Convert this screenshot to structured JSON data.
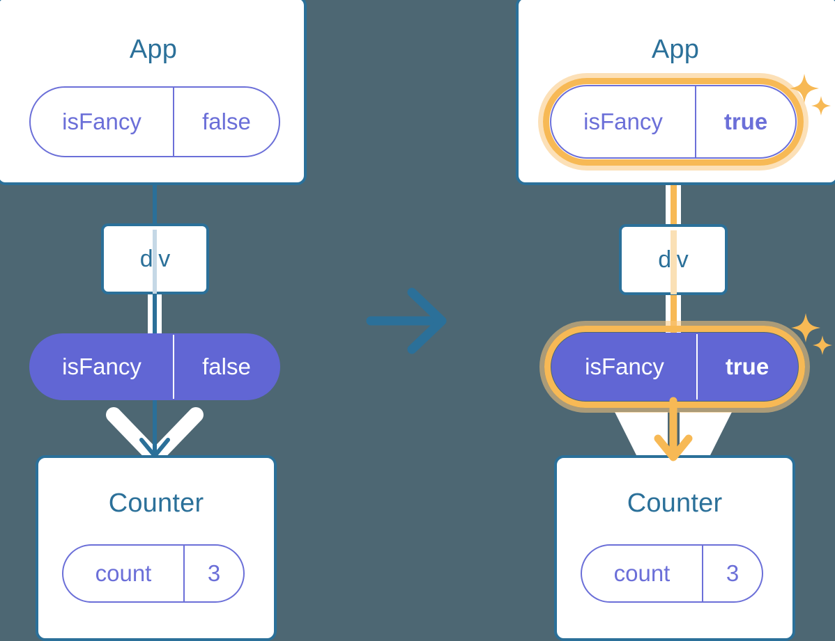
{
  "background_color": "#4d6773",
  "colors": {
    "box_border": "#2b7099",
    "title_text": "#2b7099",
    "pill_purple": "#6166d4",
    "pill_outline": "#6b6fd8",
    "highlight_orange": "#f7b955",
    "highlight_orange_soft": "#fae0b5",
    "connector_white": "#ffffff"
  },
  "transition_arrow": {
    "icon": "arrow-right-icon",
    "color": "#2b7099"
  },
  "panels": [
    {
      "id": "before",
      "app": {
        "title": "App",
        "state_pill": {
          "key": "isFancy",
          "value": "false",
          "style": "outline",
          "highlighted": false,
          "value_bold": false
        }
      },
      "dom_node": {
        "label": "div"
      },
      "prop_pill": {
        "key": "isFancy",
        "value": "false",
        "style": "filled",
        "highlighted": false,
        "value_bold": false
      },
      "child": {
        "title": "Counter",
        "state_pill": {
          "key": "count",
          "value": "3",
          "style": "outline",
          "highlighted": false,
          "value_bold": false
        }
      },
      "sparkles": false
    },
    {
      "id": "after",
      "app": {
        "title": "App",
        "state_pill": {
          "key": "isFancy",
          "value": "true",
          "style": "outline",
          "highlighted": true,
          "value_bold": true
        }
      },
      "dom_node": {
        "label": "div"
      },
      "prop_pill": {
        "key": "isFancy",
        "value": "true",
        "style": "filled",
        "highlighted": true,
        "value_bold": true
      },
      "child": {
        "title": "Counter",
        "state_pill": {
          "key": "count",
          "value": "3",
          "style": "outline",
          "highlighted": false,
          "value_bold": false
        }
      },
      "sparkles": true,
      "sparkle_icons": [
        "sparkle-large-icon",
        "sparkle-small-icon"
      ]
    }
  ]
}
